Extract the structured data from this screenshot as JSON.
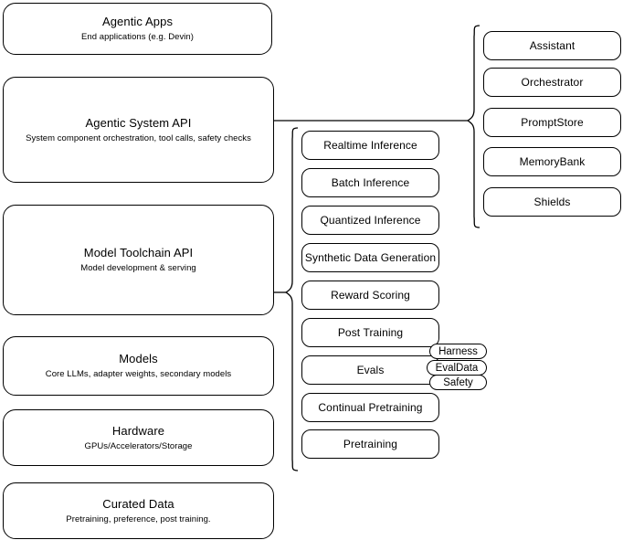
{
  "diagram": {
    "title_visible": false,
    "stack_layers": [
      {
        "title": "Agentic Apps",
        "subtitle": "End applications (e.g. Devin)"
      },
      {
        "title": "Agentic System API",
        "subtitle": "System component orchestration, tool calls, safety checks"
      },
      {
        "title": "Model Toolchain API",
        "subtitle": "Model development & serving"
      },
      {
        "title": "Models",
        "subtitle": "Core LLMs, adapter weights, secondary models"
      },
      {
        "title": "Hardware",
        "subtitle": "GPUs/Accelerators/Storage"
      },
      {
        "title": "Curated Data",
        "subtitle": "Pretraining, preference, post training."
      }
    ],
    "toolchain_components": [
      {
        "label": "Realtime Inference"
      },
      {
        "label": "Batch Inference"
      },
      {
        "label": "Quantized Inference"
      },
      {
        "label": "Synthetic Data Generation"
      },
      {
        "label": "Reward Scoring"
      },
      {
        "label": "Post Training"
      },
      {
        "label": "Evals"
      },
      {
        "label": "Continual Pretraining"
      },
      {
        "label": "Pretraining"
      }
    ],
    "eval_badges": [
      {
        "label": "Harness"
      },
      {
        "label": "EvalData"
      },
      {
        "label": "Safety"
      }
    ],
    "system_components": [
      {
        "label": "Assistant"
      },
      {
        "label": "Orchestrator"
      },
      {
        "label": "PromptStore"
      },
      {
        "label": "MemoryBank"
      },
      {
        "label": "Shields"
      }
    ],
    "colors": {
      "stroke": "#000000",
      "background": "#ffffff",
      "text": "#000000"
    }
  }
}
